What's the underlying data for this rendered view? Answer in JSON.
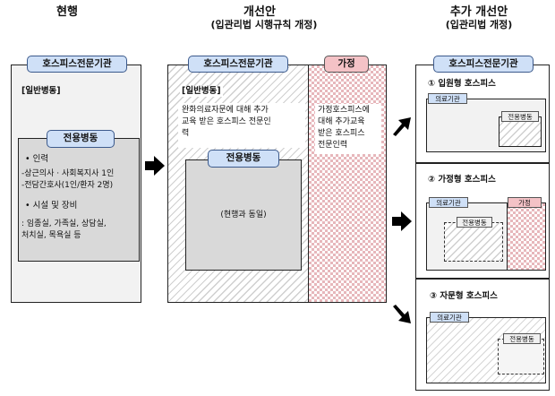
{
  "columns": {
    "current": {
      "title": "현행"
    },
    "revised": {
      "title": "개선안",
      "subtitle": "(입관리법 시행규칙 개정)"
    },
    "additional": {
      "title": "추가 개선안",
      "subtitle": "(입관리법 개정)"
    }
  },
  "current_panel": {
    "institution_tag": "호스피스전문기관",
    "general_ward": "[일반병동]",
    "dedicated_ward_tag": "전용병동",
    "staff_heading": "•  인력",
    "staff_line1": "-상근의사 · 사회복지사 1인",
    "staff_line2": "-전담간호사(1인/환자 2명)",
    "facility_heading": "•  시설 및 장비",
    "facility_line1": ": 임종실, 가족실, 상담실,",
    "facility_line2": "처치실, 목욕실 등"
  },
  "revised_panel": {
    "institution_tag": "호스피스전문기관",
    "home_tag": "가정",
    "general_ward": "[일반병동]",
    "consult_line1": "완화의료자문에 대해 추가",
    "consult_line2": "교육 받은 호스피스 전문인",
    "consult_line3": "력",
    "dedicated_ward_tag": "전용병동",
    "same_as_current": "(현행과 동일)",
    "home_line1": "가정호스피스에",
    "home_line2": "대해 추가교육",
    "home_line3": "받은 호스피스",
    "home_line4": "전문인력"
  },
  "additional_panel": {
    "institution_tag": "호스피스전문기관",
    "inpatient": {
      "title": "① 입원형 호스피스",
      "medical_tag": "의료기관",
      "ward_tag": "전용병동"
    },
    "home": {
      "title": "② 가정형 호스피스",
      "medical_tag": "의료기관",
      "home_tag": "가정",
      "ward_tag": "전용병동"
    },
    "advisory": {
      "title": "③ 자문형 호스피스",
      "medical_tag": "의료기관",
      "ward_tag": "전용병동"
    }
  }
}
